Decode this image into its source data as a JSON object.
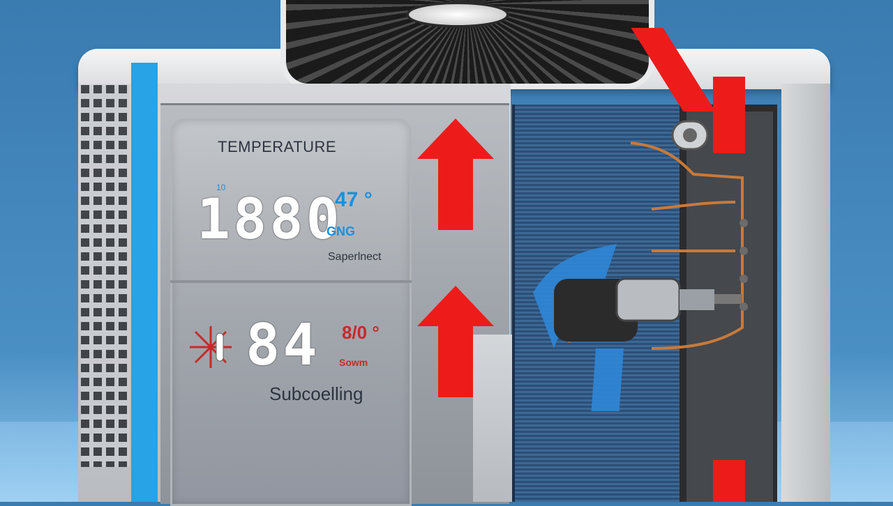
{
  "display": {
    "title": "TEMPERATURE",
    "top_digits": "1880",
    "top_small_value": "47 °",
    "top_small_unit": "GNG",
    "top_tiny": "10",
    "top_label": "Saperlnect",
    "bottom_digits": "84",
    "bottom_small_value": "8/0 °",
    "bottom_small_unit": "Sowm",
    "bottom_label": "Subcoelling"
  },
  "colors": {
    "background": "#3a7bb0",
    "blue_stripe": "#27a3e6",
    "red_arrows": "#ee1b1b",
    "digit_text": "#ffffff"
  },
  "icons": [
    "fan-icon",
    "snowflake-thermometer-icon",
    "up-arrow-icon"
  ]
}
